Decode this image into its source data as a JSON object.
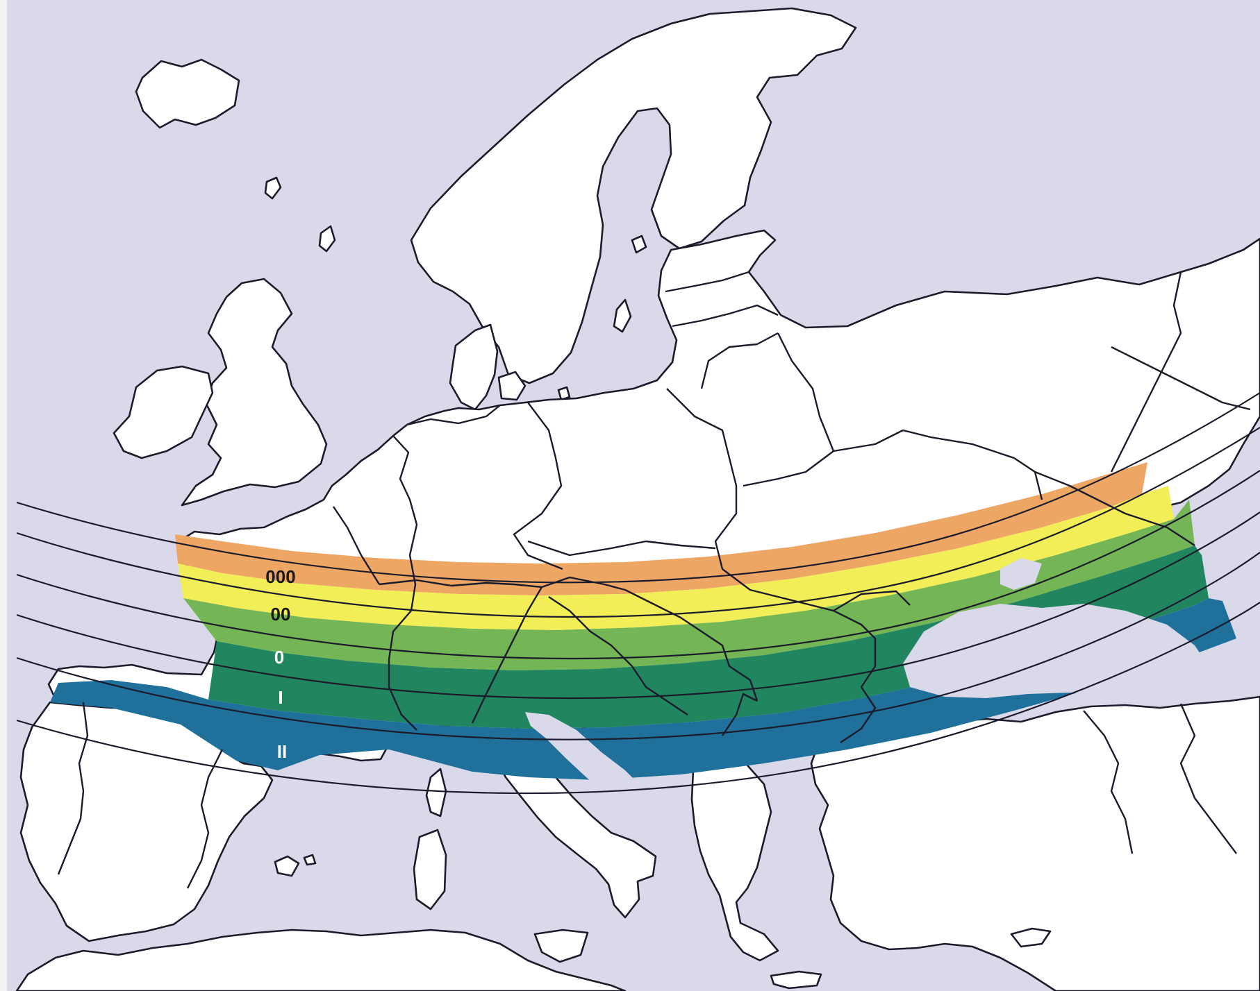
{
  "map": {
    "colors": {
      "sea": "#d9d9ea",
      "land": "#ffffff",
      "outline": "#1b1b2b",
      "zone_000": "#eea665",
      "zone_00": "#f2ee57",
      "zone_0": "#74b555",
      "zone_I": "#218560",
      "zone_II": "#1f709b"
    },
    "zones": [
      {
        "id": "000",
        "label": "000",
        "color": "#eea665",
        "label_color": "#1a1a1a"
      },
      {
        "id": "00",
        "label": "00",
        "color": "#f2ee57",
        "label_color": "#1a1a1a"
      },
      {
        "id": "0",
        "label": "0",
        "color": "#74b555",
        "label_color": "#ffffff"
      },
      {
        "id": "I",
        "label": "I",
        "color": "#218560",
        "label_color": "#ffffff"
      },
      {
        "id": "II",
        "label": "II",
        "color": "#1f709b",
        "label_color": "#ffffff"
      }
    ]
  }
}
